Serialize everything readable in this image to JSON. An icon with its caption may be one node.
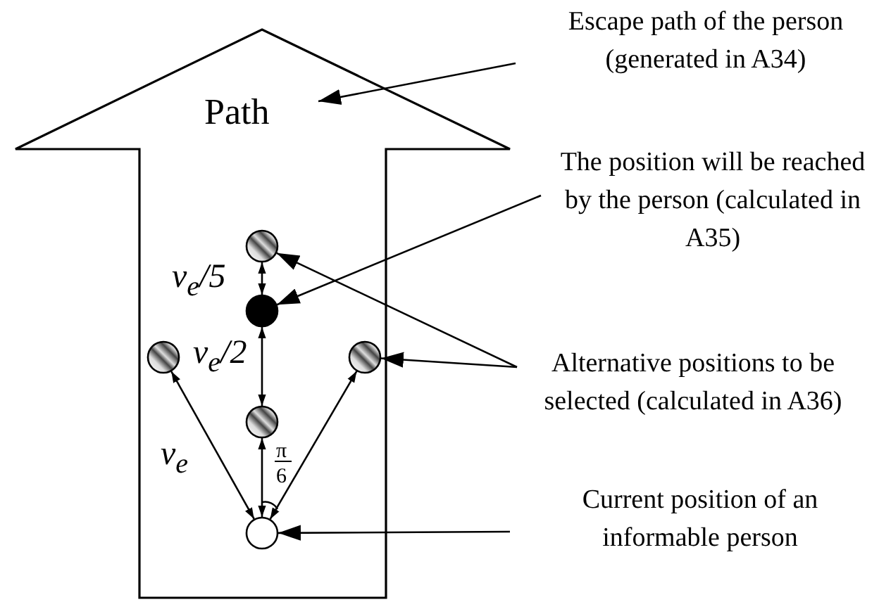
{
  "diagram": {
    "nodes": [
      {
        "text": [
          "Path"
        ]
      },
      {
        "text": [],
        "shape": "circle",
        "in": 0
      },
      {
        "text": [],
        "shape": "circle",
        "in": 0
      },
      {
        "text": [],
        "shape": "circle",
        "in": 0
      },
      {
        "text": [],
        "shape": "circle",
        "in": 0
      },
      {
        "text": [],
        "shape": "circle",
        "in": 0
      },
      {
        "text": [],
        "shape": "circle",
        "in": 0
      },
      {
        "text": [
          "Escape path of the person (generated in A34)"
        ]
      },
      {
        "text": [
          "The position will be reached by the person (calculated in A35)"
        ]
      },
      {
        "text": [
          "Alternative positions to be selected (calculated in A36)"
        ]
      },
      {
        "text": [
          "Current position of an informable person"
        ]
      }
    ],
    "edges": [
      {
        "from": 7,
        "to": 0,
        "arrow": "to"
      },
      {
        "from": 8,
        "to": 2,
        "arrow": "to"
      },
      {
        "from": 9,
        "to": 1,
        "arrow": "to"
      },
      {
        "from": 9,
        "to": 4,
        "arrow": "to"
      },
      {
        "from": 10,
        "to": 6,
        "arrow": "to"
      },
      {
        "from": 1,
        "to": 2,
        "arrow": "both"
      },
      {
        "from": 2,
        "to": 5,
        "arrow": "both"
      },
      {
        "from": 5,
        "to": 6,
        "arrow": "both"
      },
      {
        "from": 3,
        "to": 6,
        "arrow": "both"
      },
      {
        "from": 4,
        "to": 6,
        "arrow": "both"
      }
    ],
    "labels": [
      "v$_{e}$/5",
      "v$_{e}$/2",
      "v$_{e}$",
      "π",
      "6"
    ]
  }
}
